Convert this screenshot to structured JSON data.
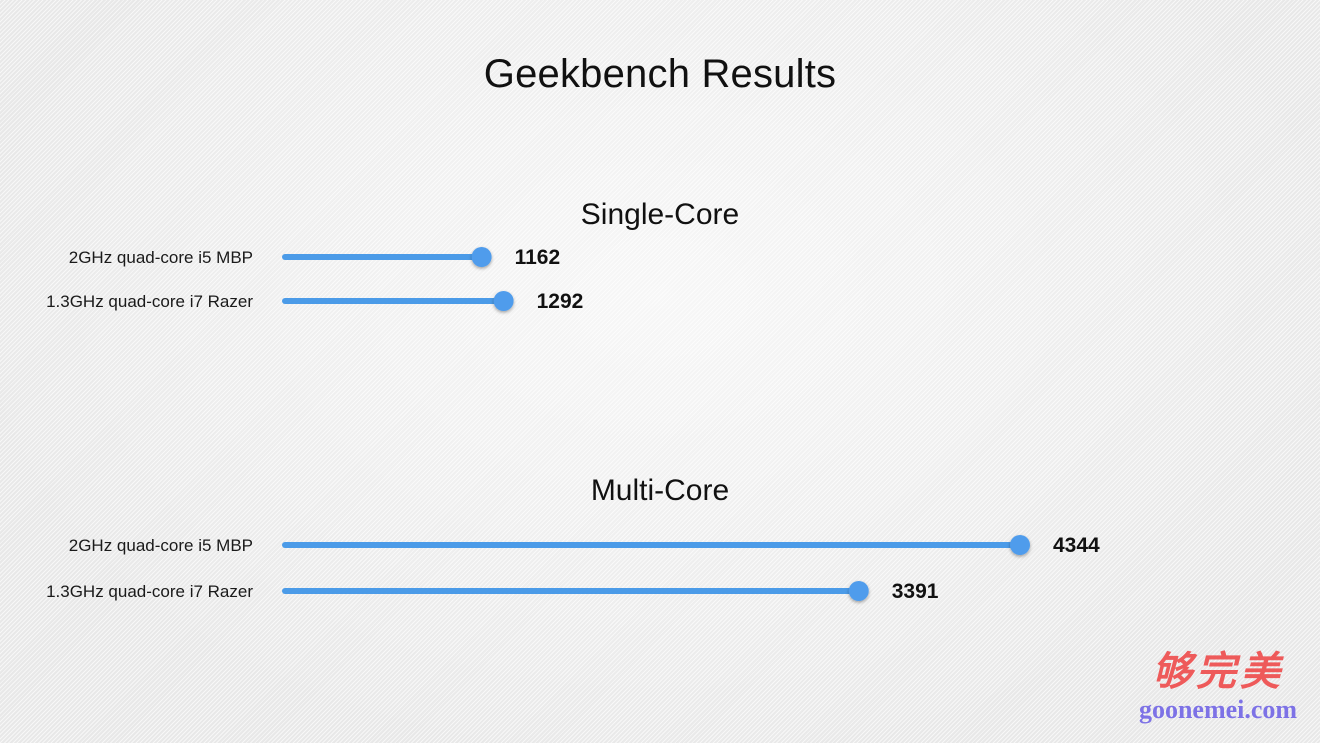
{
  "chart_data": {
    "type": "bar",
    "title": "Geekbench Results",
    "xlim": [
      0,
      4344
    ],
    "panels": [
      {
        "subtitle": "Single-Core",
        "categories": [
          "2GHz quad-core i5 MBP",
          "1.3GHz quad-core i7 Razer"
        ],
        "values": [
          1162,
          1292
        ]
      },
      {
        "subtitle": "Multi-Core",
        "categories": [
          "2GHz quad-core i5 MBP",
          "1.3GHz quad-core i7 Razer"
        ],
        "values": [
          4344,
          3391
        ]
      }
    ],
    "bar_color": "#4b9be8",
    "marker_color": "#4f9cec",
    "grid": false,
    "legend": "none"
  },
  "watermark": {
    "chinese": "够完美",
    "url": "goonemei.com",
    "chinese_color": "#ee5a5a",
    "url_color": "#7d72e6"
  }
}
